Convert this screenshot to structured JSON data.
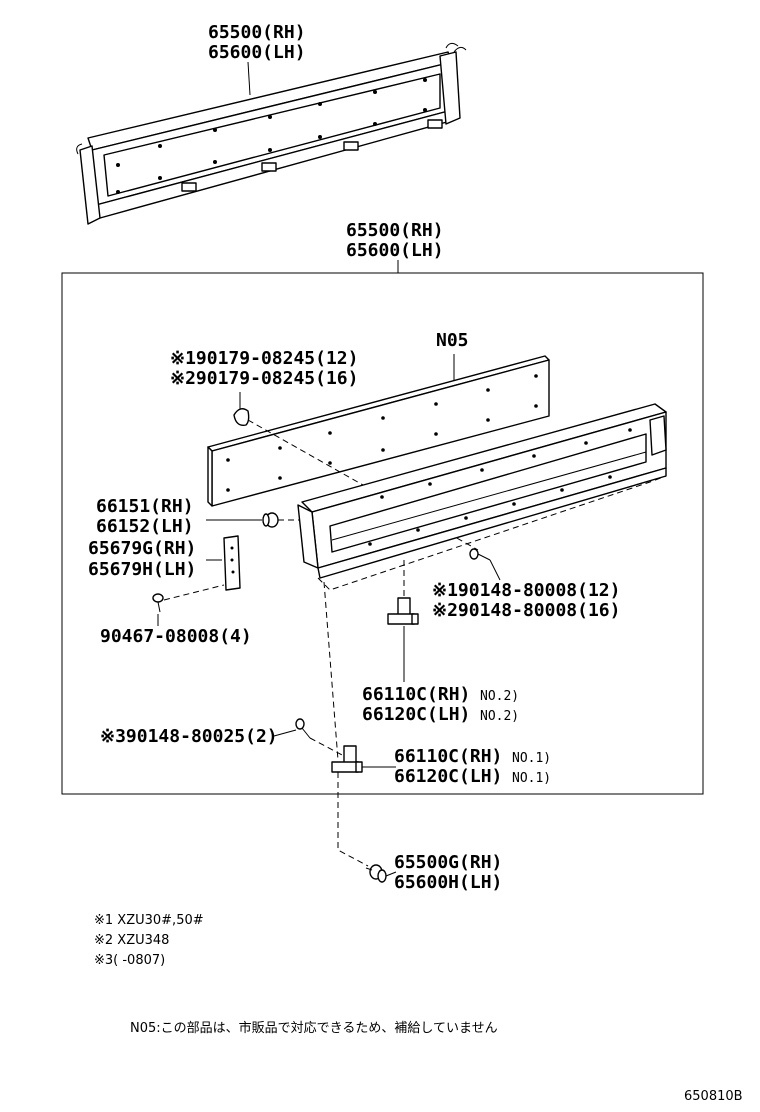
{
  "labels": {
    "top_assembly_rh": "65500(RH)",
    "top_assembly_lh": "65600(LH)",
    "box_assembly_rh": "65500(RH)",
    "box_assembly_lh": "65600(LH)",
    "panel_no": "N05",
    "clip_1": "※190179-08245(12)",
    "clip_2": "※290179-08245(16)",
    "hinge_rh": "66151(RH)",
    "hinge_lh": "66152(LH)",
    "bracket_rh": "65679G(RH)",
    "bracket_lh": "65679H(LH)",
    "screw_bracket": "90467-08008(4)",
    "bolt_1": "※190148-80008(12)",
    "bolt_2": "※290148-80008(16)",
    "hinge2_rh": "66110C(RH)",
    "hinge2_rh_no": "NO.2)",
    "hinge2_lh": "66120C(LH)",
    "hinge2_lh_no": "NO.2)",
    "bolt_3": "※390148-80025(2)",
    "hinge1_rh": "66110C(RH)",
    "hinge1_rh_no": "NO.1)",
    "hinge1_lh": "66120C(LH)",
    "hinge1_lh_no": "NO.1)",
    "pin_rh": "65500G(RH)",
    "pin_lh": "65600H(LH)"
  },
  "notes": {
    "note_1": "※1  XZU30#,50#",
    "note_2": "※2  XZU348",
    "note_3": "※3(      -0807)",
    "no5_note": "N05:この部品は、市販品で対応できるため、補給していません",
    "figure_code": "650810B"
  }
}
